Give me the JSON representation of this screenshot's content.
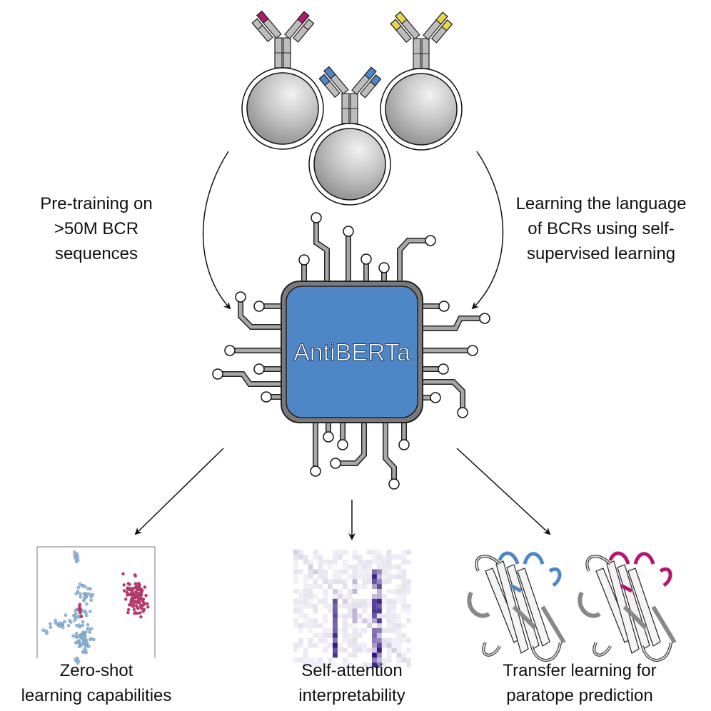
{
  "chip": {
    "label": "AntiBERTa",
    "color": "#4f86c6",
    "border": "#6b6b6b"
  },
  "left_text": [
    "Pre-training on",
    ">50M BCR",
    "sequences"
  ],
  "right_text": [
    "Learning the language",
    "of BCRs using self-",
    "supervised learning"
  ],
  "outputs": [
    {
      "lines": [
        "Zero-shot",
        "learning capabilities"
      ]
    },
    {
      "lines": [
        "Self-attention",
        "interpretability"
      ]
    },
    {
      "lines": [
        "Transfer learning for",
        "paratope prediction"
      ]
    }
  ],
  "cells": [
    {
      "cdr_color": "#b5176b"
    },
    {
      "cdr_color": "#4f86c6"
    },
    {
      "cdr_color": "#e8d44d"
    }
  ],
  "colors": {
    "cluster_a": "#8dbde8",
    "cluster_b": "#cc2f6e",
    "attention": "#2a0f7a",
    "paratope": "#b5176b",
    "paratope_alt": "#4f86c6"
  }
}
